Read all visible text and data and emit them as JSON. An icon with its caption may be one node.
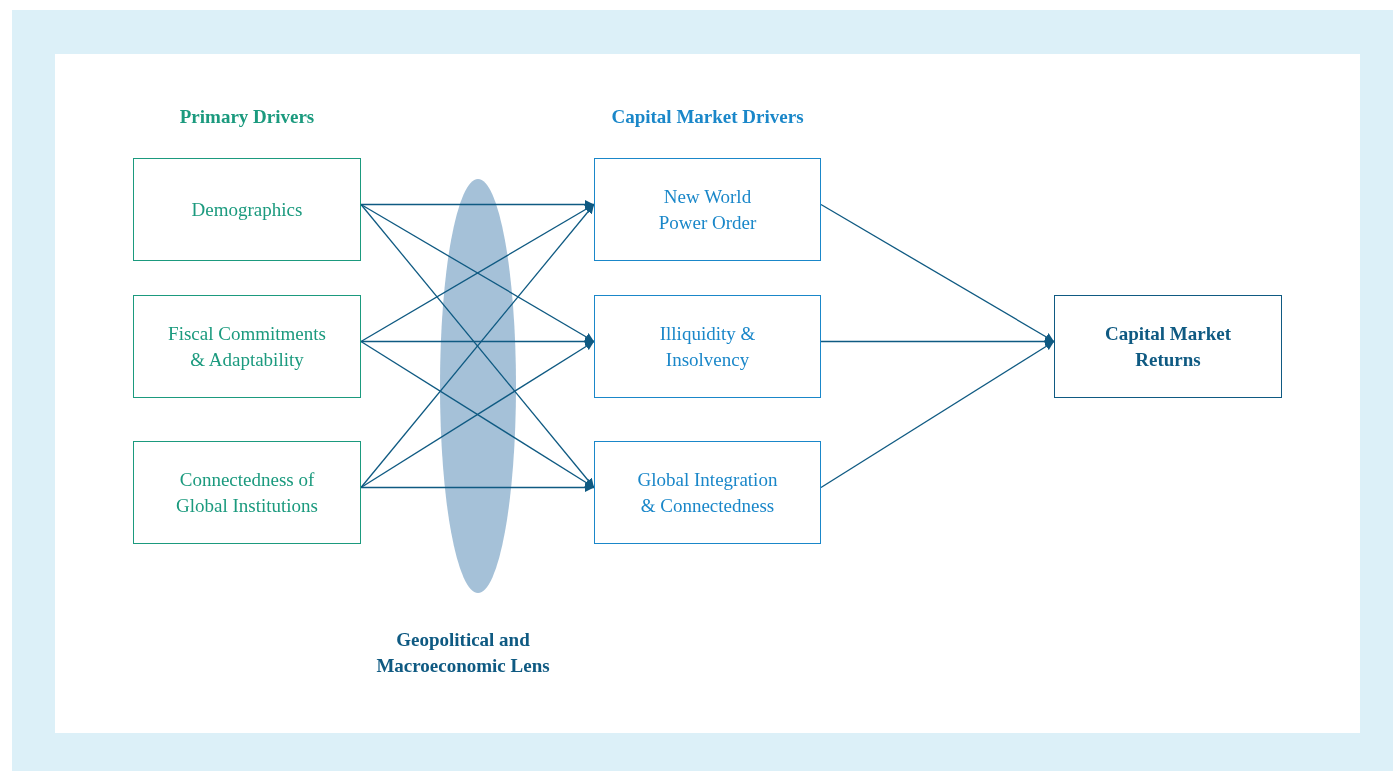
{
  "diagram": {
    "nodes": [
      {
        "text": [
          "Demographics"
        ]
      },
      {
        "text": [
          "Fiscal Commitments & Adaptability"
        ]
      },
      {
        "text": [
          "Connectedness of Global Institutions"
        ]
      },
      {
        "text": [
          "New World Power Order"
        ]
      },
      {
        "text": [
          "Illiquidity & Insolvency"
        ]
      },
      {
        "text": [
          "Global Integration & Connectedness"
        ]
      },
      {
        "text": [
          "Capital Market Returns"
        ]
      }
    ],
    "edges": [
      {
        "from": 0,
        "to": 3,
        "arrow": "to"
      },
      {
        "from": 0,
        "to": 4,
        "arrow": "to"
      },
      {
        "from": 0,
        "to": 5,
        "arrow": "to"
      },
      {
        "from": 1,
        "to": 3,
        "arrow": "to"
      },
      {
        "from": 1,
        "to": 4,
        "arrow": "to"
      },
      {
        "from": 1,
        "to": 5,
        "arrow": "to"
      },
      {
        "from": 2,
        "to": 3,
        "arrow": "to"
      },
      {
        "from": 2,
        "to": 4,
        "arrow": "to"
      },
      {
        "from": 2,
        "to": 5,
        "arrow": "to"
      },
      {
        "from": 3,
        "to": 6,
        "arrow": "to"
      },
      {
        "from": 4,
        "to": 6,
        "arrow": "to"
      },
      {
        "from": 5,
        "to": 6,
        "arrow": "to"
      }
    ],
    "labels": [
      "Primary Drivers",
      "Capital Market Drivers",
      "Geopolitical and Macroeconomic Lens"
    ]
  }
}
